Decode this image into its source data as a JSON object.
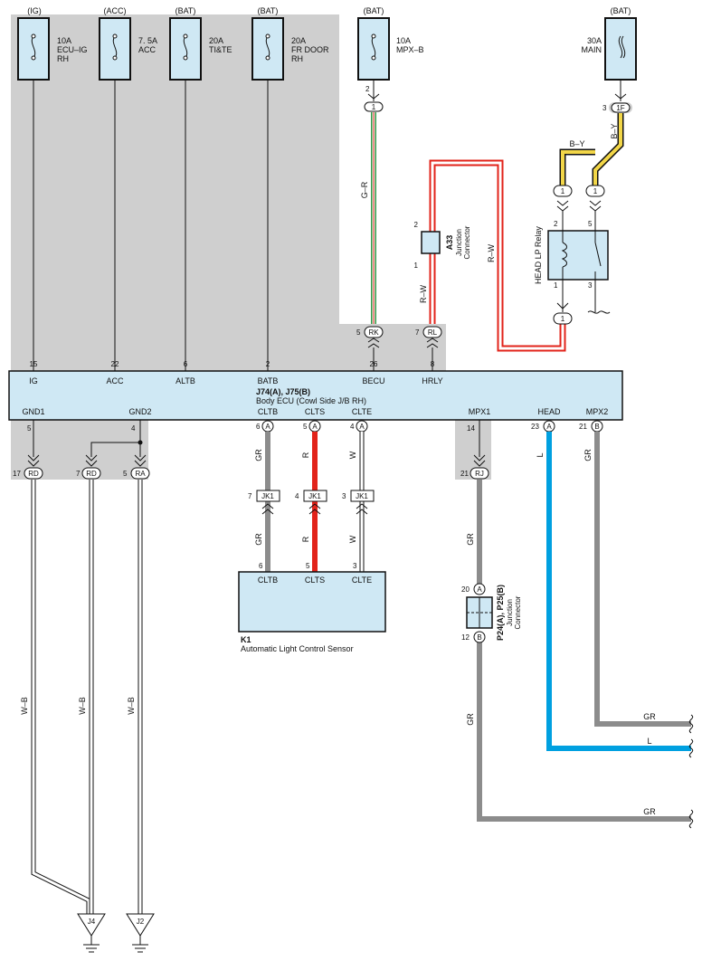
{
  "fuses": [
    {
      "source": "(IG)",
      "rating": "10A",
      "name1": "ECU–IG",
      "name2": "RH"
    },
    {
      "source": "(ACC)",
      "rating": "7. 5A",
      "name1": "ACC",
      "name2": ""
    },
    {
      "source": "(BAT)",
      "rating": "20A",
      "name1": "TI&TE",
      "name2": ""
    },
    {
      "source": "(BAT)",
      "rating": "20A",
      "name1": "FR DOOR",
      "name2": "RH"
    },
    {
      "source": "(BAT)",
      "rating": "10A",
      "name1": "MPX–B",
      "name2": ""
    },
    {
      "source": "(BAT)",
      "rating": "30A",
      "name1": "MAIN",
      "name2": ""
    }
  ],
  "body_ecu": {
    "id": "J74(A), J75(B)",
    "name": "Body ECU (Cowl Side J/B RH)",
    "top_pins": [
      {
        "num": "15",
        "name": "IG"
      },
      {
        "num": "22",
        "name": "ACC"
      },
      {
        "num": "6",
        "name": "ALTB"
      },
      {
        "num": "2",
        "name": "BATB"
      },
      {
        "num": "26",
        "name": "BECU"
      },
      {
        "num": "8",
        "name": "HRLY"
      }
    ],
    "bottom_pins": [
      {
        "num": "5",
        "name": "GND1"
      },
      {
        "num": "4",
        "name": "GND2"
      },
      {
        "num": "6",
        "name": "CLTB",
        "conn": "A"
      },
      {
        "num": "5",
        "name": "CLTS",
        "conn": "A"
      },
      {
        "num": "4",
        "name": "CLTE",
        "conn": "A"
      },
      {
        "num": "14",
        "name": "MPX1"
      },
      {
        "num": "23",
        "name": "HEAD",
        "conn": "A"
      },
      {
        "num": "21",
        "name": "MPX2",
        "conn": "B"
      }
    ]
  },
  "connectors": {
    "j1": "1",
    "j1_pin": "2",
    "j1f": "1F",
    "j1f_pin": "3",
    "rk": "RK",
    "rk_pin": "5",
    "rl": "RL",
    "rl_pin": "7",
    "relay_in_a": "1",
    "relay_in_b": "1",
    "relay_out": "1",
    "rd1": "RD",
    "rd1_pin": "17",
    "rd2": "RD",
    "rd2_pin": "7",
    "ra": "RA",
    "ra_pin": "5",
    "rj": "RJ",
    "rj_pin": "21",
    "jk1": "JK1",
    "jk1_pins": [
      "7",
      "4",
      "3"
    ]
  },
  "a33": {
    "id": "A33",
    "line1": "Junction",
    "line2": "Connector",
    "pin_top": "2",
    "pin_bottom": "1"
  },
  "relay": {
    "name": "HEAD LP Relay",
    "pins": [
      "2",
      "5",
      "1",
      "3"
    ]
  },
  "sensor": {
    "id": "K1",
    "name": "Automatic Light Control Sensor",
    "pins": [
      {
        "num": "6",
        "name": "CLTB"
      },
      {
        "num": "5",
        "name": "CLTS"
      },
      {
        "num": "3",
        "name": "CLTE"
      }
    ]
  },
  "p24": {
    "id": "P24(A), P25(B)",
    "line1": "Junction",
    "line2": "Connector",
    "pin_top": "20",
    "conn_top": "A",
    "pin_bottom": "12",
    "conn_bottom": "B"
  },
  "wires": {
    "gr": "G–R",
    "rw": "R–W",
    "by": "B–Y",
    "grey": "GR",
    "red": "R",
    "white": "W",
    "blue": "L",
    "wb": "W–B"
  },
  "grounds": [
    "J4",
    "J2"
  ],
  "colors": {
    "panel": "#cfe8f4",
    "shade": "#cfcfcf",
    "red": "#e2231a",
    "blue": "#00a0e0",
    "grey": "#8c8c8c",
    "yellow": "#f2d648",
    "green": "#2e9a48"
  }
}
